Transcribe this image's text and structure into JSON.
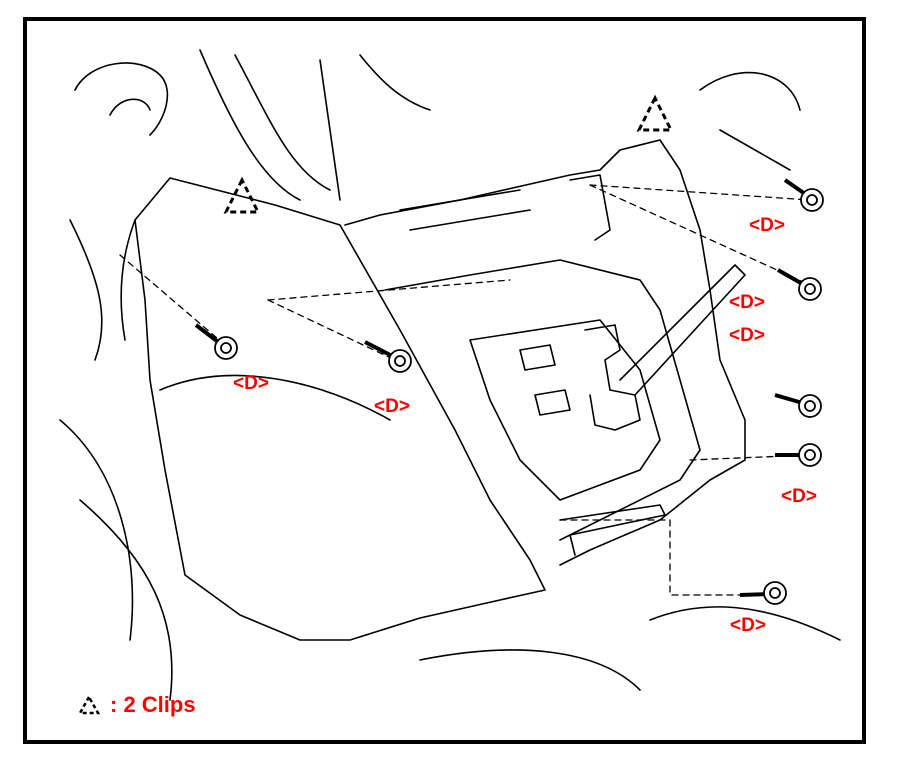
{
  "colors": {
    "label": "#ff0000",
    "line": "#000000",
    "frame": "#000000"
  },
  "labels": {
    "d1": "<D>",
    "d2": "<D>",
    "d3": "<D>",
    "d4": "<D>",
    "d5": "<D>",
    "d6": "<D>",
    "d7": "<D>"
  },
  "legend": {
    "symbol_icon": "dashed-triangle-icon",
    "text": ": 2 Clips"
  }
}
